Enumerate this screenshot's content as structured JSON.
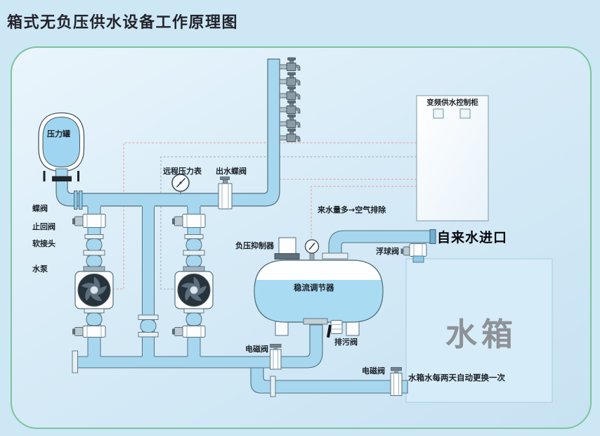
{
  "title": "箱式无负压供水设备工作原理图",
  "labels": {
    "pressure_tank": "压力罐",
    "butterfly_valve": "蝶阀",
    "check_valve": "止回阀",
    "soft_joint": "软接头",
    "water_pump": "水泵",
    "remote_pressure_gauge": "远程压力表",
    "outlet_butterfly_valve": "出水蝶阀",
    "air_discharge_note": "来水量多→空气排除",
    "negative_pressure_suppressor": "负压抑制器",
    "flow_regulator": "稳流调节器",
    "float_valve": "浮球阀",
    "tap_water_inlet": "自来水进口",
    "control_cabinet": "变频供水控制柜",
    "solenoid_valve_left": "电磁阀",
    "drain_valve": "排污阀",
    "solenoid_valve_right": "电磁阀",
    "water_tank": "水箱",
    "water_tank_note": "水箱水每两天自动更换一次"
  },
  "colors": {
    "page_bg": "#cde7f5",
    "panel_border": "#7cc49c",
    "pipe_fill": "#a6d7ef",
    "pipe_outline": "#54707e",
    "water_fill": "#a9dbf3",
    "signal_dashed_pink": "#df9f9f",
    "signal_dashed_gray": "#9fabb2",
    "tank_big_text": "#8e9296"
  },
  "riser": {
    "faucet_count": 6
  }
}
